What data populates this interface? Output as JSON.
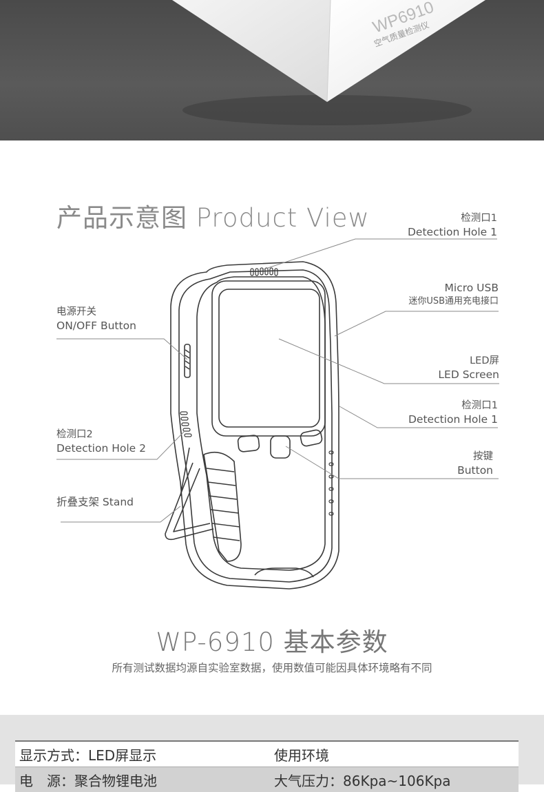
{
  "hero": {
    "box_model": "WP6910",
    "box_subtitle": "空气质量检测仪"
  },
  "product_view": {
    "title": "产品示意图 Product View",
    "callouts": {
      "detection_hole_top": {
        "zh": "检测口1",
        "en": "Detection Hole 1"
      },
      "micro_usb": {
        "en": "Micro USB",
        "zh": "迷你USB通用充电接口"
      },
      "led_screen": {
        "zh": "LED屏",
        "en": "LED Screen"
      },
      "detection_hole_side": {
        "zh": "检测口1",
        "en": "Detection Hole 1"
      },
      "button": {
        "zh": "按键",
        "en": "Button"
      },
      "power": {
        "zh": "电源开关",
        "en": "ON/OFF Button"
      },
      "detection_hole_2": {
        "zh": "检测口2",
        "en": "Detection Hole 2"
      },
      "stand": {
        "label": "折叠支架 Stand"
      }
    }
  },
  "specs": {
    "title": "WP-6910  基本参数",
    "subtitle": "所有测试数据均源自实验室数据，使用数值可能因具体环境略有不同",
    "rows": [
      [
        "显示方式：LED屏显示",
        "使用环境"
      ],
      [
        "电　源：聚合物锂电池",
        "大气压力：86Kpa~106Kpa"
      ]
    ]
  },
  "colors": {
    "hero_bg": "#4f4f4f",
    "spec_band": "#e3e3e3",
    "row_alt": "#d2d2d2",
    "leader_line": "#777777"
  }
}
